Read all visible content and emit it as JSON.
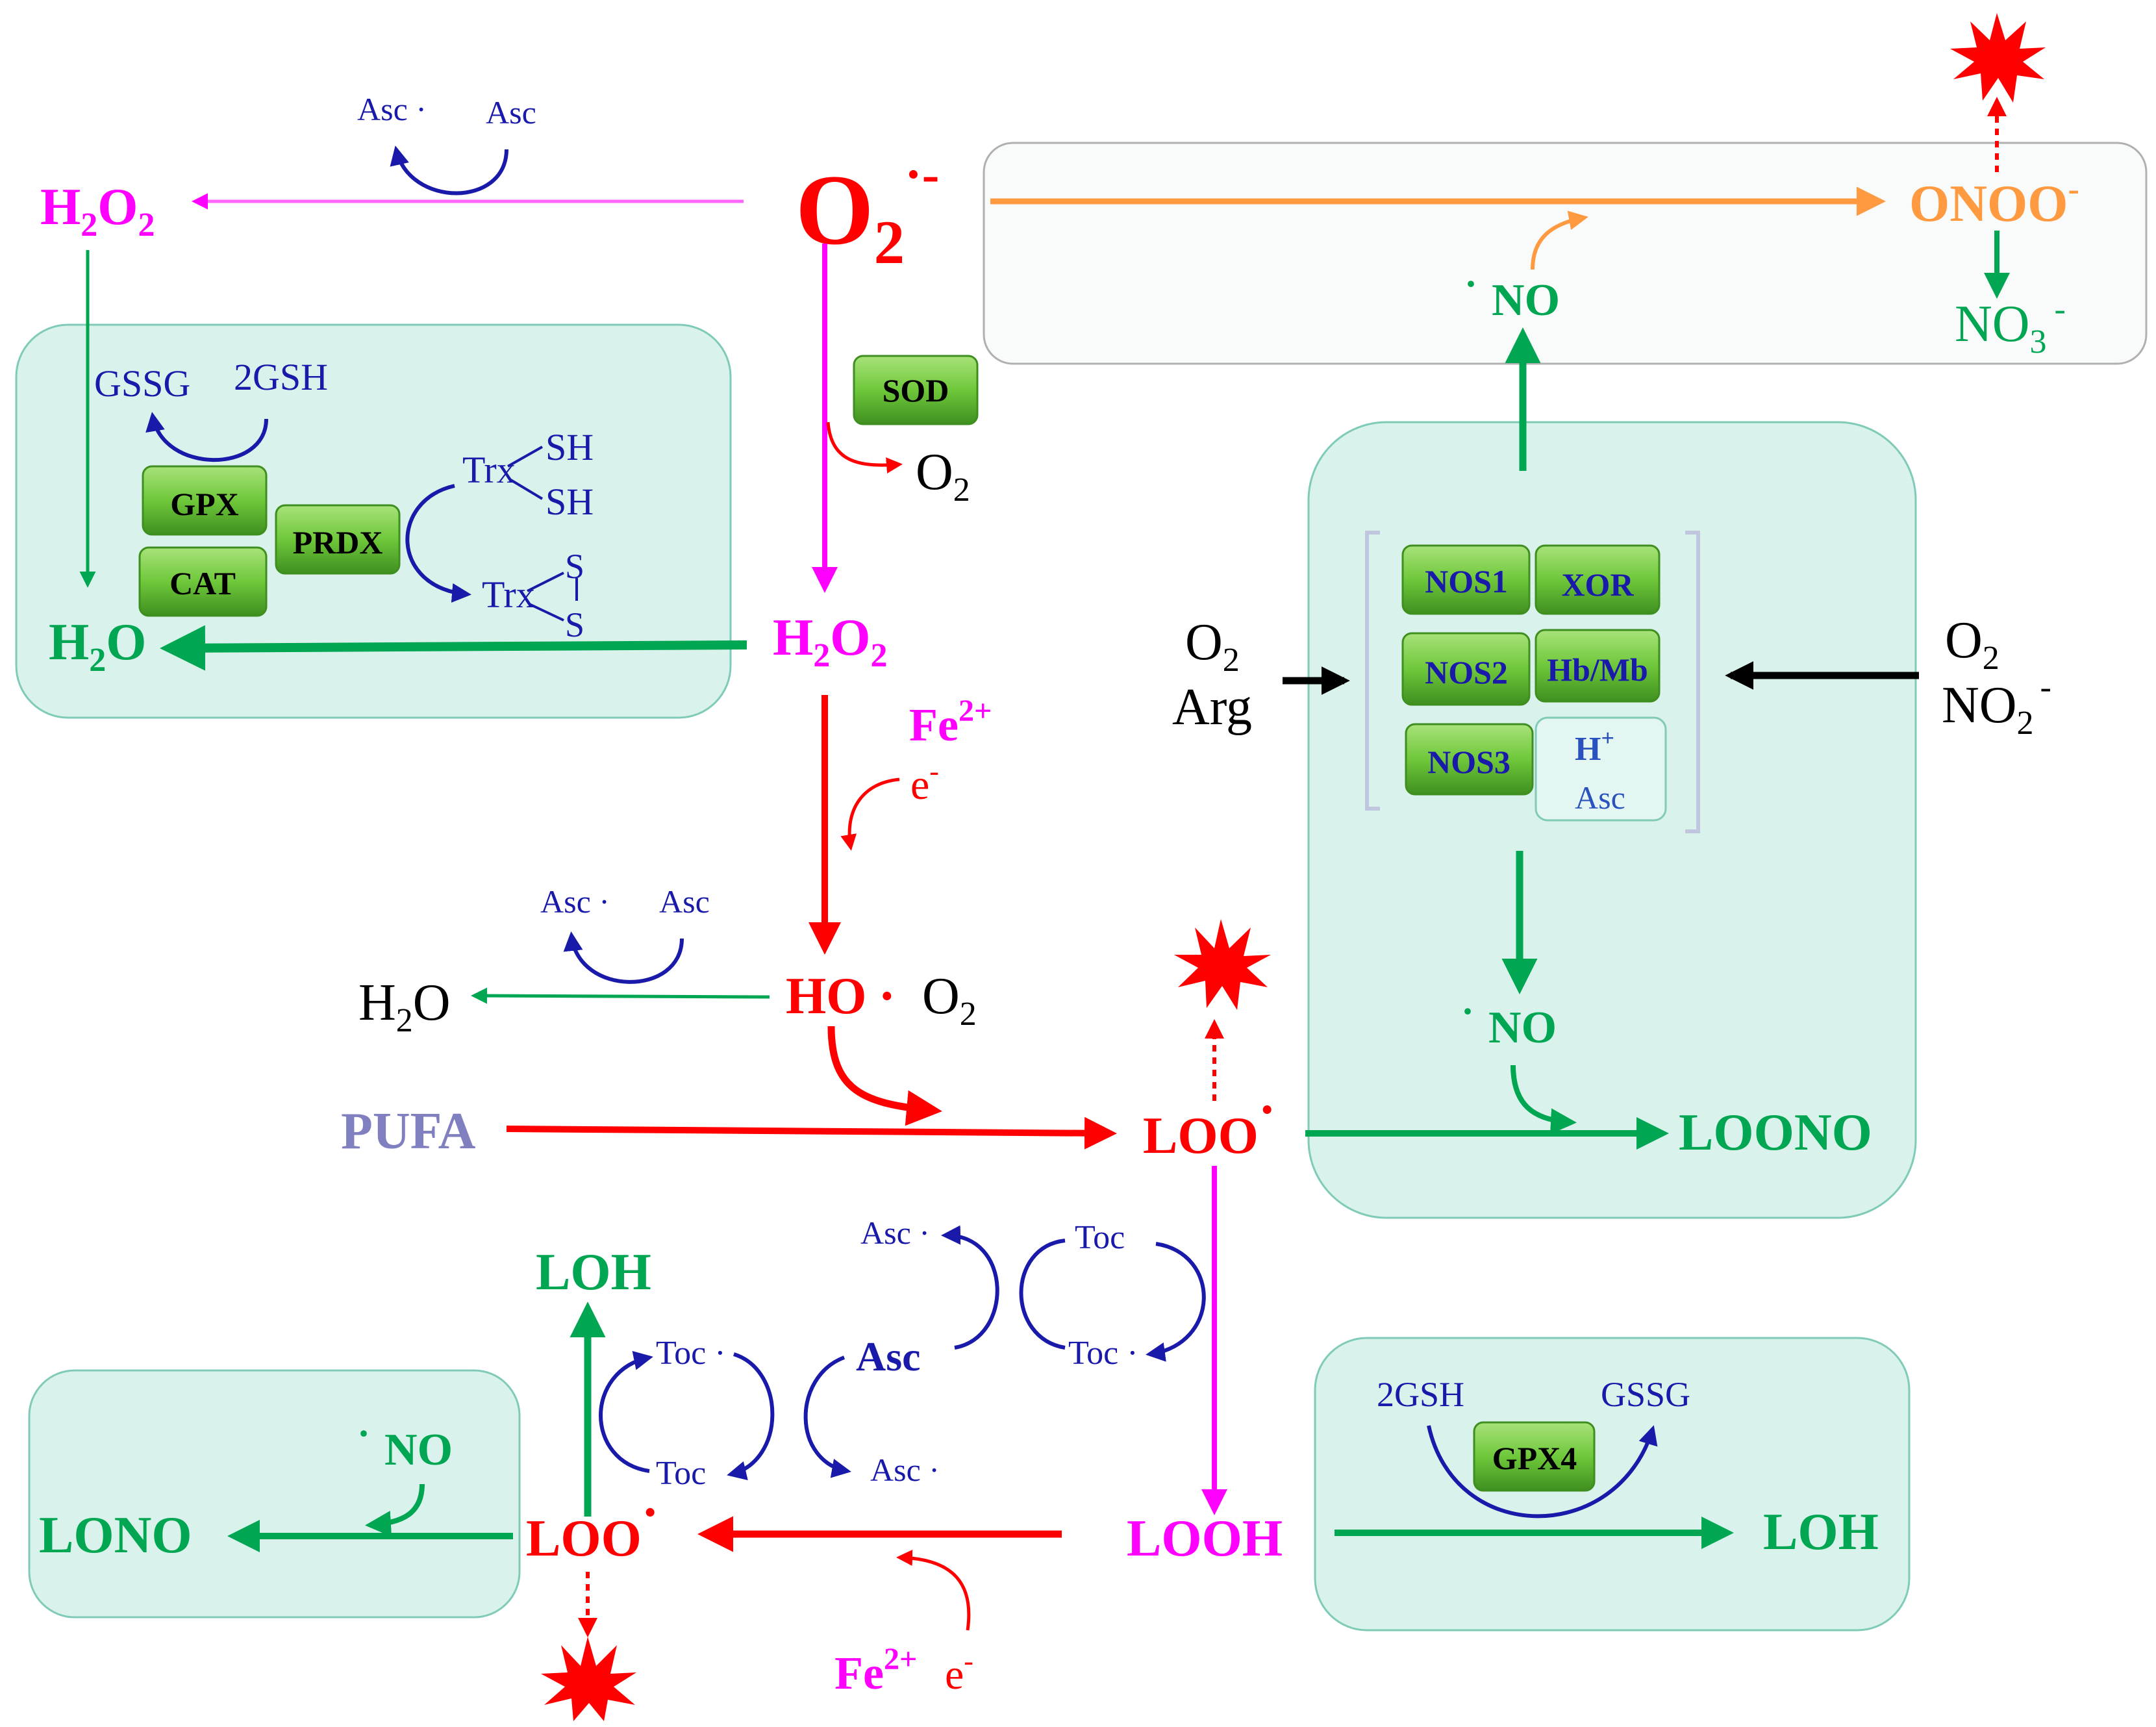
{
  "colors": {
    "magenta": "#ff00ff",
    "red": "#ff0000",
    "green": "#00a651",
    "blue": "#1a1aaa",
    "orange": "#ff9a40",
    "black": "#000000",
    "purple": "#8080c0",
    "box_fill": "#d9f2ec",
    "box_stroke": "#7fcbb8",
    "enzyme_fill": "#6fc83a"
  },
  "superoxide": {
    "base": "O",
    "sub": "2",
    "sup": "·-"
  },
  "h2o2_left": {
    "a": "H",
    "s1": "2",
    "b": "O",
    "s2": "2"
  },
  "h2o2_center": {
    "a": "H",
    "s1": "2",
    "b": "O",
    "s2": "2"
  },
  "h2o_left": {
    "a": "H",
    "s": "2",
    "b": "O"
  },
  "h2o_mid": {
    "a": "H",
    "s": "2",
    "b": "O"
  },
  "asc_top": {
    "ox": "Asc ·",
    "red": "Asc"
  },
  "asc_mid": {
    "ox": "Asc ·",
    "red": "Asc"
  },
  "gssg_box": {
    "gssg": "GSSG",
    "gsh": "2GSH"
  },
  "trx": {
    "trx1": "Trx",
    "sh1": "SH",
    "sh2": "SH",
    "trx2": "Trx",
    "s1": "S",
    "s2": "S"
  },
  "enzymes": {
    "sod": "SOD",
    "gpx": "GPX",
    "cat": "CAT",
    "prdx": "PRDX",
    "nos1": "NOS1",
    "xor": "XOR",
    "nos2": "NOS2",
    "hbmb": "Hb/Mb",
    "nos3": "NOS3",
    "gpx4": "GPX4"
  },
  "h_asc": {
    "h": "H",
    "hsup": "+",
    "asc": "Asc"
  },
  "o2_sod": {
    "base": "O",
    "sub": "2"
  },
  "fe_top": {
    "base": "Fe",
    "sup": "2+",
    "e": "e",
    "esup": "-"
  },
  "fe_bottom": {
    "base": "Fe",
    "sup": "2+",
    "e": "e",
    "esup": "-"
  },
  "ho": {
    "label": "HO",
    "dot": "·"
  },
  "o2_ho": {
    "base": "O",
    "sub": "2"
  },
  "pufa": "PUFA",
  "loo_center": {
    "label": "LOO",
    "dot": "·"
  },
  "loo_left": {
    "label": "LOO",
    "dot": "·"
  },
  "looh": "LOOH",
  "loh_top": "LOH",
  "loh_right": "LOH",
  "lono": "LONO",
  "loono": "LOONO",
  "no_top": {
    "dot": "·",
    "label": "NO"
  },
  "no_mid": {
    "dot": "·",
    "label": "NO"
  },
  "no_lower": {
    "dot": "·",
    "label": "NO"
  },
  "onoo": {
    "label": "ONOO",
    "sup": "-"
  },
  "no3": {
    "base": "NO",
    "sub": "3",
    "sup": "-"
  },
  "o2_arg": {
    "o": "O",
    "osub": "2",
    "arg": "Arg"
  },
  "o2_no2": {
    "o": "O",
    "osub": "2",
    "no": "NO",
    "nosub": "2",
    "nosup": "-"
  },
  "gsh_box2": {
    "gsh": "2GSH",
    "gssg": "GSSG"
  },
  "toc_cycle": {
    "asc_top": "Asc ·",
    "toc_top": "Toc",
    "toc_right": "Toc ·",
    "asc_center": "Asc",
    "toc_left_top": "Toc ·",
    "toc_left_bottom": "Toc",
    "asc_bottom": "Asc ·"
  }
}
